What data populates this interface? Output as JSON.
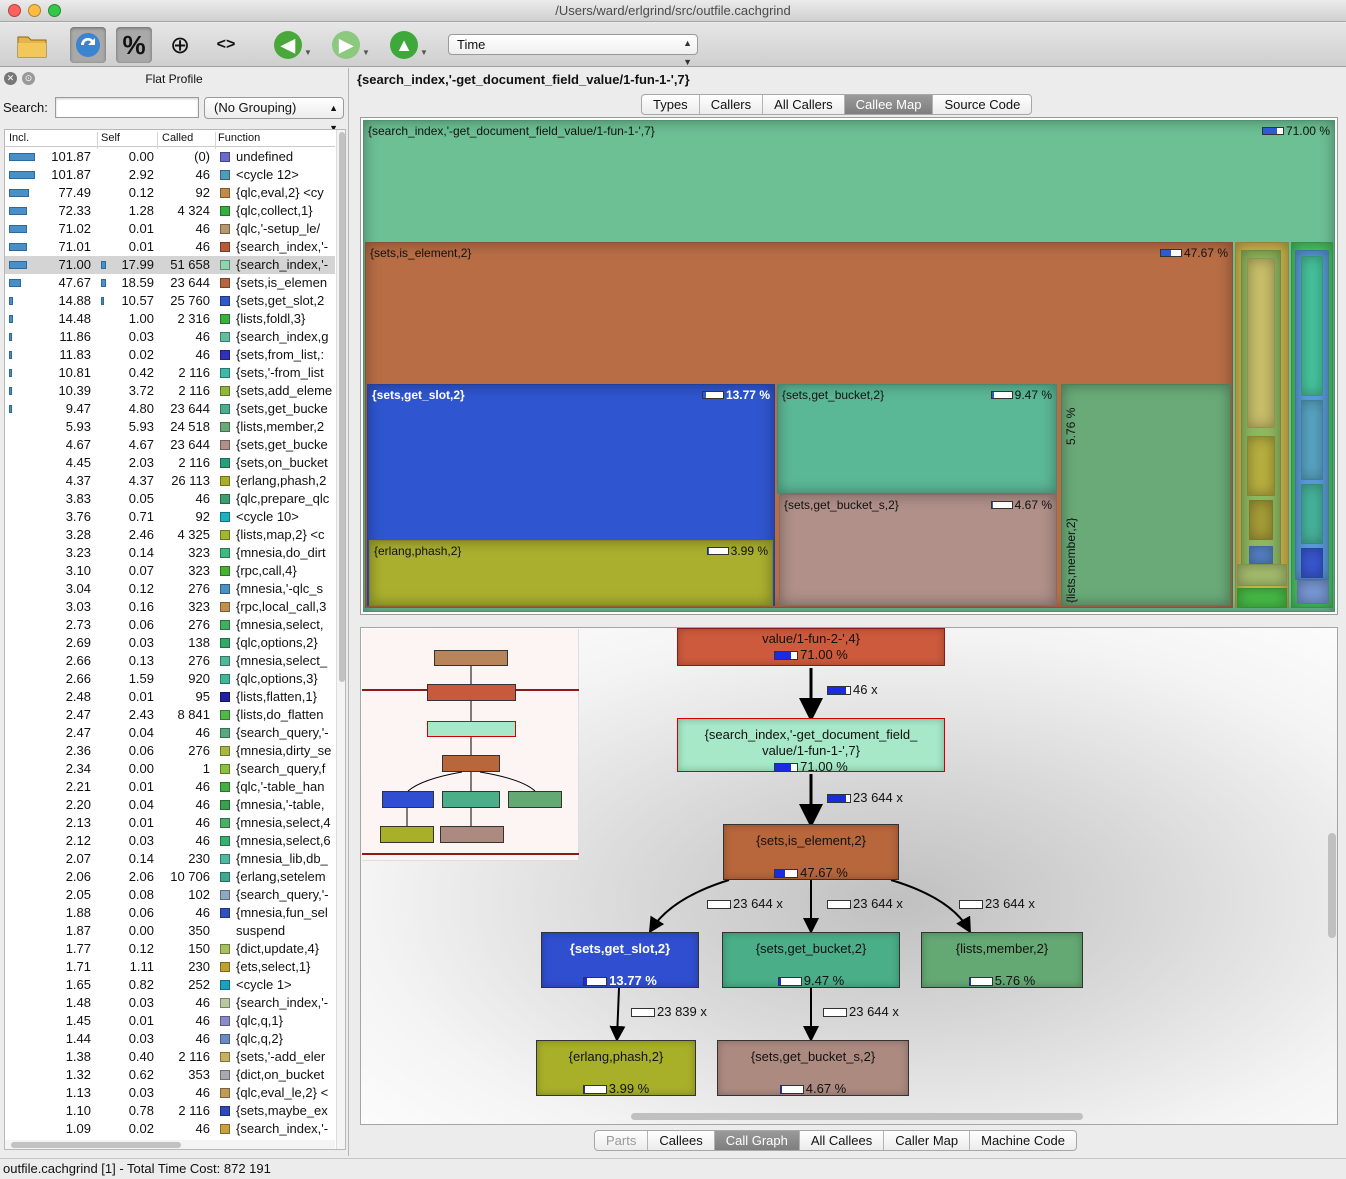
{
  "window": {
    "title": "/Users/ward/erlgrind/src/outfile.cachgrind"
  },
  "toolbar": {
    "cost_type": "Time",
    "percent_label": "%",
    "move_label": "⊕",
    "cycle_label": "<>"
  },
  "left": {
    "title": "Flat Profile",
    "search_label": "Search:",
    "search_value": "",
    "grouping": "(No Grouping)",
    "headers": {
      "incl": "Incl.",
      "self": "Self",
      "called": "Called",
      "function": "Function"
    },
    "rows": [
      {
        "incl": "101.87",
        "self": "0.00",
        "called": "(0)",
        "fn": "undefined",
        "color": "#6a6ac8",
        "ibar": 1.0,
        "sbar": 0,
        "sel": false
      },
      {
        "incl": "101.87",
        "self": "2.92",
        "called": "46",
        "fn": "<cycle 12>",
        "color": "#4f9bb8",
        "ibar": 1.0,
        "sbar": 0,
        "sel": false
      },
      {
        "incl": "77.49",
        "self": "0.12",
        "called": "92",
        "fn": "{qlc,eval,2} <cy",
        "color": "#c08b4a",
        "ibar": 0.76,
        "sbar": 0,
        "sel": false
      },
      {
        "incl": "72.33",
        "self": "1.28",
        "called": "4 324",
        "fn": "{qlc,collect,1}",
        "color": "#35b040",
        "ibar": 0.71,
        "sbar": 0,
        "sel": false
      },
      {
        "incl": "71.02",
        "self": "0.01",
        "called": "46",
        "fn": "{qlc,'-setup_le/",
        "color": "#b8966e",
        "ibar": 0.7,
        "sbar": 0,
        "sel": false
      },
      {
        "incl": "71.01",
        "self": "0.01",
        "called": "46",
        "fn": "{search_index,'-",
        "color": "#b85a3a",
        "ibar": 0.7,
        "sbar": 0,
        "sel": false
      },
      {
        "incl": "71.00",
        "self": "17.99",
        "called": "51 658",
        "fn": "{search_index,'-",
        "color": "#8fd4b0",
        "ibar": 0.7,
        "sbar": 0.18,
        "sel": true
      },
      {
        "incl": "47.67",
        "self": "18.59",
        "called": "23 644",
        "fn": "{sets,is_elemen",
        "color": "#b8643e",
        "ibar": 0.47,
        "sbar": 0.18,
        "sel": false
      },
      {
        "incl": "14.88",
        "self": "10.57",
        "called": "25 760",
        "fn": "{sets,get_slot,2",
        "color": "#2e57c9",
        "ibar": 0.15,
        "sbar": 0.1,
        "sel": false
      },
      {
        "incl": "14.48",
        "self": "1.00",
        "called": "2 316",
        "fn": "{lists,foldl,3}",
        "color": "#3ab03e",
        "ibar": 0.14,
        "sbar": 0,
        "sel": false
      },
      {
        "incl": "11.86",
        "self": "0.03",
        "called": "46",
        "fn": "{search_index,g",
        "color": "#5fbfa0",
        "ibar": 0.12,
        "sbar": 0,
        "sel": false
      },
      {
        "incl": "11.83",
        "self": "0.02",
        "called": "46",
        "fn": "{sets,from_list,:",
        "color": "#3030b8",
        "ibar": 0.12,
        "sbar": 0,
        "sel": false
      },
      {
        "incl": "10.81",
        "self": "0.42",
        "called": "2 116",
        "fn": "{sets,'-from_list",
        "color": "#40b8a8",
        "ibar": 0.11,
        "sbar": 0,
        "sel": false
      },
      {
        "incl": "10.39",
        "self": "3.72",
        "called": "2 116",
        "fn": "{sets,add_eleme",
        "color": "#8fb83a",
        "ibar": 0.1,
        "sbar": 0,
        "sel": false
      },
      {
        "incl": "9.47",
        "self": "4.80",
        "called": "23 644",
        "fn": "{sets,get_bucke",
        "color": "#4aae8a",
        "ibar": 0.09,
        "sbar": 0,
        "sel": false
      },
      {
        "incl": "5.93",
        "self": "5.93",
        "called": "24 518",
        "fn": "{lists,member,2",
        "color": "#6aa878",
        "ibar": 0,
        "sbar": 0,
        "sel": false
      },
      {
        "incl": "4.67",
        "self": "4.67",
        "called": "23 644",
        "fn": "{sets,get_bucke",
        "color": "#b0918a",
        "ibar": 0,
        "sbar": 0,
        "sel": false
      },
      {
        "incl": "4.45",
        "self": "2.03",
        "called": "2 116",
        "fn": "{sets,on_bucket",
        "color": "#2a9e7a",
        "ibar": 0,
        "sbar": 0,
        "sel": false
      },
      {
        "incl": "4.37",
        "self": "4.37",
        "called": "26 113",
        "fn": "{erlang,phash,2",
        "color": "#a8b02a",
        "ibar": 0,
        "sbar": 0,
        "sel": false
      },
      {
        "incl": "3.83",
        "self": "0.05",
        "called": "46",
        "fn": "{qlc,prepare_qlc",
        "color": "#3aa070",
        "ibar": 0,
        "sbar": 0,
        "sel": false
      },
      {
        "incl": "3.76",
        "self": "0.71",
        "called": "92",
        "fn": "<cycle 10>",
        "color": "#20b0c0",
        "ibar": 0,
        "sbar": 0,
        "sel": false
      },
      {
        "incl": "3.28",
        "self": "2.46",
        "called": "4 325",
        "fn": "{lists,map,2} <c",
        "color": "#a0b830",
        "ibar": 0,
        "sbar": 0,
        "sel": false
      },
      {
        "incl": "3.23",
        "self": "0.14",
        "called": "323",
        "fn": "{mnesia,do_dirt",
        "color": "#40b880",
        "ibar": 0,
        "sbar": 0,
        "sel": false
      },
      {
        "incl": "3.10",
        "self": "0.07",
        "called": "323",
        "fn": "{rpc,call,4}",
        "color": "#4ab030",
        "ibar": 0,
        "sbar": 0,
        "sel": false
      },
      {
        "incl": "3.04",
        "self": "0.12",
        "called": "276",
        "fn": "{mnesia,'-qlc_s",
        "color": "#4a90c0",
        "ibar": 0,
        "sbar": 0,
        "sel": false
      },
      {
        "incl": "3.03",
        "self": "0.16",
        "called": "323",
        "fn": "{rpc,local_call,3",
        "color": "#c09050",
        "ibar": 0,
        "sbar": 0,
        "sel": false
      },
      {
        "incl": "2.73",
        "self": "0.06",
        "called": "276",
        "fn": "{mnesia,select,",
        "color": "#40b060",
        "ibar": 0,
        "sbar": 0,
        "sel": false
      },
      {
        "incl": "2.69",
        "self": "0.03",
        "called": "138",
        "fn": "{qlc,options,2}",
        "color": "#30a868",
        "ibar": 0,
        "sbar": 0,
        "sel": false
      },
      {
        "incl": "2.66",
        "self": "0.13",
        "called": "276",
        "fn": "{mnesia,select_",
        "color": "#50b898",
        "ibar": 0,
        "sbar": 0,
        "sel": false
      },
      {
        "incl": "2.66",
        "self": "1.59",
        "called": "920",
        "fn": "{qlc,options,3}",
        "color": "#40b898",
        "ibar": 0,
        "sbar": 0,
        "sel": false
      },
      {
        "incl": "2.48",
        "self": "0.01",
        "called": "95",
        "fn": "{lists,flatten,1}",
        "color": "#2020a0",
        "ibar": 0,
        "sbar": 0,
        "sel": false
      },
      {
        "incl": "2.47",
        "self": "2.43",
        "called": "8 841",
        "fn": "{lists,do_flatten",
        "color": "#50b848",
        "ibar": 0,
        "sbar": 0,
        "sel": false
      },
      {
        "incl": "2.47",
        "self": "0.04",
        "called": "46",
        "fn": "{search_query,'-",
        "color": "#5aa880",
        "ibar": 0,
        "sbar": 0,
        "sel": false
      },
      {
        "incl": "2.36",
        "self": "0.06",
        "called": "276",
        "fn": "{mnesia,dirty_se",
        "color": "#a8b840",
        "ibar": 0,
        "sbar": 0,
        "sel": false
      },
      {
        "incl": "2.34",
        "self": "0.00",
        "called": "1",
        "fn": "{search_query,f",
        "color": "#8abf40",
        "ibar": 0,
        "sbar": 0,
        "sel": false
      },
      {
        "incl": "2.21",
        "self": "0.01",
        "called": "46",
        "fn": "{qlc,'-table_han",
        "color": "#40b040",
        "ibar": 0,
        "sbar": 0,
        "sel": false
      },
      {
        "incl": "2.20",
        "self": "0.04",
        "called": "46",
        "fn": "{mnesia,'-table,",
        "color": "#3aa050",
        "ibar": 0,
        "sbar": 0,
        "sel": false
      },
      {
        "incl": "2.13",
        "self": "0.01",
        "called": "46",
        "fn": "{mnesia,select,4",
        "color": "#4ab068",
        "ibar": 0,
        "sbar": 0,
        "sel": false
      },
      {
        "incl": "2.12",
        "self": "0.03",
        "called": "46",
        "fn": "{mnesia,select,6",
        "color": "#3ab070",
        "ibar": 0,
        "sbar": 0,
        "sel": false
      },
      {
        "incl": "2.07",
        "self": "0.14",
        "called": "230",
        "fn": "{mnesia_lib,db_",
        "color": "#50b8a0",
        "ibar": 0,
        "sbar": 0,
        "sel": false
      },
      {
        "incl": "2.06",
        "self": "2.06",
        "called": "10 706",
        "fn": "{erlang,setelem",
        "color": "#40a890",
        "ibar": 0,
        "sbar": 0,
        "sel": false
      },
      {
        "incl": "2.05",
        "self": "0.08",
        "called": "102",
        "fn": "{search_query,'-",
        "color": "#90a8c0",
        "ibar": 0,
        "sbar": 0,
        "sel": false
      },
      {
        "incl": "1.88",
        "self": "0.06",
        "called": "46",
        "fn": "{mnesia,fun_sel",
        "color": "#3050c0",
        "ibar": 0,
        "sbar": 0,
        "sel": false
      },
      {
        "incl": "1.87",
        "self": "0.00",
        "called": "350",
        "fn": "suspend",
        "color": "",
        "ibar": 0,
        "sbar": 0,
        "sel": false
      },
      {
        "incl": "1.77",
        "self": "0.12",
        "called": "150",
        "fn": "{dict,update,4}",
        "color": "#a8c060",
        "ibar": 0,
        "sbar": 0,
        "sel": false
      },
      {
        "incl": "1.71",
        "self": "1.11",
        "called": "230",
        "fn": "{ets,select,1}",
        "color": "#c0a030",
        "ibar": 0,
        "sbar": 0,
        "sel": false
      },
      {
        "incl": "1.65",
        "self": "0.82",
        "called": "252",
        "fn": "<cycle 1>",
        "color": "#20a0c0",
        "ibar": 0,
        "sbar": 0,
        "sel": false
      },
      {
        "incl": "1.48",
        "self": "0.03",
        "called": "46",
        "fn": "{search_index,'-",
        "color": "#b8c8a0",
        "ibar": 0,
        "sbar": 0,
        "sel": false
      },
      {
        "incl": "1.45",
        "self": "0.01",
        "called": "46",
        "fn": "{qlc,q,1}",
        "color": "#8a8ac8",
        "ibar": 0,
        "sbar": 0,
        "sel": false
      },
      {
        "incl": "1.44",
        "self": "0.03",
        "called": "46",
        "fn": "{qlc,q,2}",
        "color": "#6a8ac0",
        "ibar": 0,
        "sbar": 0,
        "sel": false
      },
      {
        "incl": "1.38",
        "self": "0.40",
        "called": "2 116",
        "fn": "{sets,'-add_eler",
        "color": "#c8b060",
        "ibar": 0,
        "sbar": 0,
        "sel": false
      },
      {
        "incl": "1.32",
        "self": "0.62",
        "called": "353",
        "fn": "{dict,on_bucket",
        "color": "#a8a8b0",
        "ibar": 0,
        "sbar": 0,
        "sel": false
      },
      {
        "incl": "1.13",
        "self": "0.03",
        "called": "46",
        "fn": "{qlc,eval_le,2} <",
        "color": "#c09a5a",
        "ibar": 0,
        "sbar": 0,
        "sel": false
      },
      {
        "incl": "1.10",
        "self": "0.78",
        "called": "2 116",
        "fn": "{sets,maybe_ex",
        "color": "#3048b8",
        "ibar": 0,
        "sbar": 0,
        "sel": false
      },
      {
        "incl": "1.09",
        "self": "0.02",
        "called": "46",
        "fn": "{search_index,'-",
        "color": "#c8a040",
        "ibar": 0,
        "sbar": 0,
        "sel": false
      }
    ]
  },
  "right": {
    "heading": "{search_index,'-get_document_field_value/1-fun-1-',7}",
    "top_tabs": [
      "Types",
      "Callers",
      "All Callers",
      "Callee Map",
      "Source Code"
    ],
    "top_active": 3,
    "bottom_tabs": [
      "Parts",
      "Callees",
      "Call Graph",
      "All Callees",
      "Caller Map",
      "Machine Code"
    ],
    "bottom_active": 2,
    "treemap": [
      {
        "label": "{search_index,'-get_document_field_value/1-fun-1-',7}",
        "pct": "71.00 %",
        "frac": 0.71,
        "color": "#6cc094"
      },
      {
        "label": "{sets,is_element,2}",
        "pct": "47.67 %",
        "frac": 0.4767,
        "color": "#b86d45"
      },
      {
        "label": "{sets,get_slot,2}",
        "pct": "13.77 %",
        "frac": 0.1377,
        "color": "#2f55d0"
      },
      {
        "label": "{sets,get_bucket,2}",
        "pct": "9.47 %",
        "frac": 0.0947,
        "color": "#5bb896"
      },
      {
        "label": "{sets,get_bucket_s,2}",
        "pct": "4.67 %",
        "frac": 0.0467,
        "color": "#b09088"
      },
      {
        "label": "{erlang,phash,2}",
        "pct": "3.99 %",
        "frac": 0.0399,
        "color": "#aab02e"
      },
      {
        "label": "{lists,member,2}",
        "pct": "5.76 %",
        "frac": 0.0576,
        "color": "#6aaa78"
      }
    ],
    "graph": {
      "nodes": [
        {
          "label": "value/1-fun-2-',4}",
          "pct": "71.00 %",
          "frac": 0.71,
          "color": "#cd5a3c"
        },
        {
          "label": "{search_index,'-get_document_field_\nvalue/1-fun-1-',7}",
          "pct": "71.00 %",
          "frac": 0.71,
          "color": "#a6e8c8"
        },
        {
          "label": "{sets,is_element,2}",
          "pct": "47.67 %",
          "frac": 0.4767,
          "color": "#b8663c"
        },
        {
          "label": "{sets,get_slot,2}",
          "pct": "13.77 %",
          "frac": 0.1377,
          "color": "#2f4fd0"
        },
        {
          "label": "{sets,get_bucket,2}",
          "pct": "9.47 %",
          "frac": 0.0947,
          "color": "#4aae88"
        },
        {
          "label": "{lists,member,2}",
          "pct": "5.76 %",
          "frac": 0.0576,
          "color": "#64a874"
        },
        {
          "label": "{erlang,phash,2}",
          "pct": "3.99 %",
          "frac": 0.0399,
          "color": "#a8b02a"
        },
        {
          "label": "{sets,get_bucket_s,2}",
          "pct": "4.67 %",
          "frac": 0.0467,
          "color": "#ac8a80"
        }
      ],
      "edges": [
        "46 x",
        "23 644 x",
        "23 644 x",
        "23 644 x",
        "23 644 x",
        "23 839 x",
        "23 644 x"
      ]
    }
  },
  "status": "outfile.cachgrind [1] - Total Time Cost: 872 191"
}
